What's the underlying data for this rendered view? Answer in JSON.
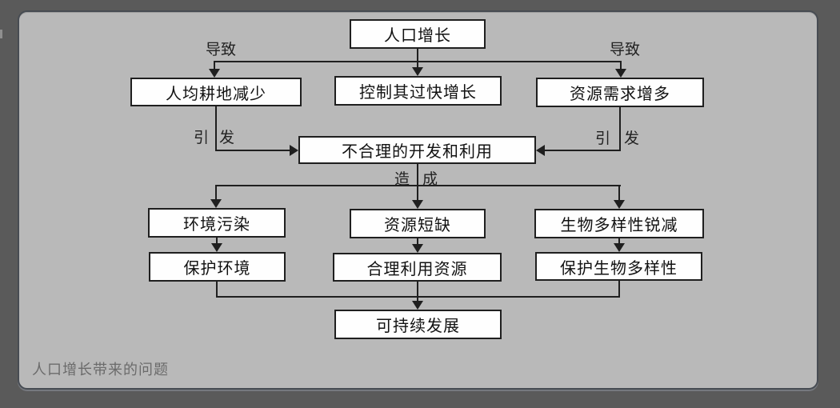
{
  "diagram": {
    "caption": "人口增长带来的问题",
    "nodes": {
      "population_growth": "人口增长",
      "per_capita_arable_land_decrease": "人均耕地减少",
      "control_rapid_growth": "控制其过快增长",
      "resource_demand_increase": "资源需求增多",
      "unreasonable_development_and_use": "不合理的开发和利用",
      "environmental_pollution": "环境污染",
      "resource_shortage": "资源短缺",
      "biodiversity_sharp_decline": "生物多样性锐减",
      "protect_environment": "保护环境",
      "rational_resource_use": "合理利用资源",
      "protect_biodiversity": "保护生物多样性",
      "sustainable_development": "可持续发展"
    },
    "edge_labels": {
      "lead_left": "导致",
      "lead_right": "导致",
      "trigger_left_char1": "引",
      "trigger_left_char2": "发",
      "trigger_right_char1": "引",
      "trigger_right_char2": "发",
      "cause_char1": "造",
      "cause_char2": "成"
    },
    "colors": {
      "outer_background": "#5a5a5a",
      "panel_background": "#b9b9b9",
      "panel_border": "#474c53",
      "node_fill": "#fefefe",
      "line_color": "#1f1f1f",
      "caption_color": "#6b6b6b"
    }
  }
}
